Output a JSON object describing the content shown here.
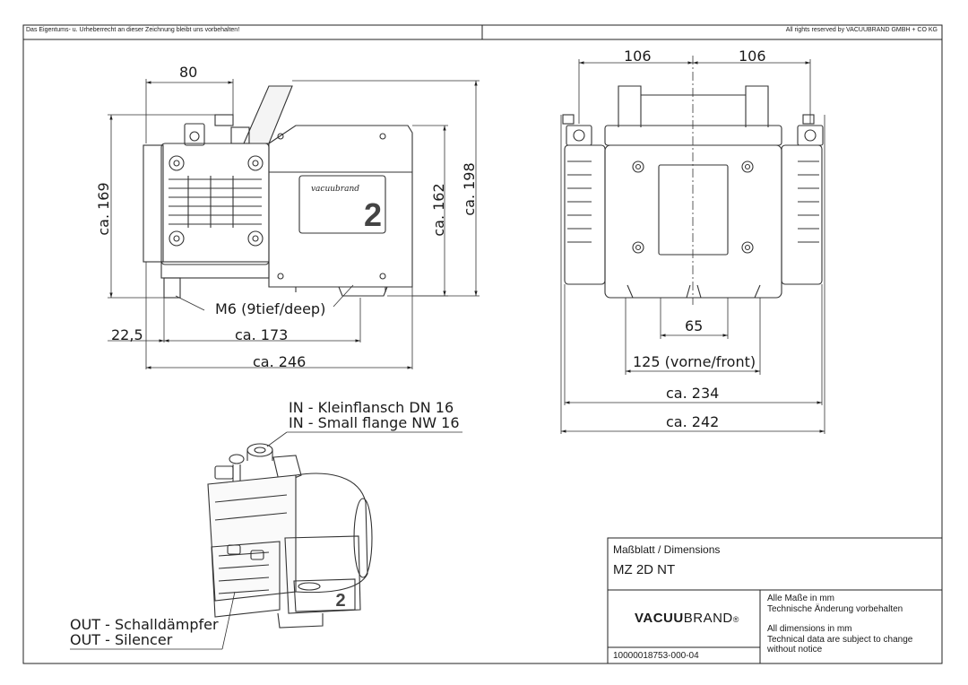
{
  "header": {
    "left_notice": "Das Eigentums- u. Urheberrecht an dieser Zeichnung bleibt uns vorbehalten!",
    "right_notice": "All rights reserved by VACUUBRAND GMBH + CO KG"
  },
  "side_view": {
    "dim_top": "80",
    "dim_left_height": "ca. 169",
    "dim_inner_height": "ca. 162",
    "dim_outer_height": "ca. 198",
    "thread_note": "M6 (9tief/deep)",
    "dim_offset": "22,5",
    "dim_mount": "ca. 173",
    "dim_length": "ca. 246",
    "brand_plate": "vacuubrand",
    "model_digit": "2"
  },
  "front_view": {
    "dim_half_left": "106",
    "dim_half_right": "106",
    "dim_feet": "65",
    "dim_feet_outer": "125 (vorne/front)",
    "dim_width_inner": "ca. 234",
    "dim_width_outer": "ca. 242"
  },
  "iso_view": {
    "inlet_de": "IN - Kleinflansch DN 16",
    "inlet_en": "IN - Small flange NW 16",
    "outlet_de": "OUT - Schalldämpfer",
    "outlet_en": "OUT - Silencer",
    "model_digit": "2"
  },
  "title_block": {
    "sheet_title": "Maßblatt / Dimensions",
    "model": "MZ 2D NT",
    "logo_bold": "VACUU",
    "logo_light": "BRAND",
    "logo_mark": "®",
    "note_de_1": "Alle Maße in mm",
    "note_de_2": "Technische Änderung vorbehalten",
    "note_en_1": "All dimensions in mm",
    "note_en_2": "Technical data are subject to change",
    "note_en_3": "without notice",
    "doc_number": "10000018753-000-04"
  }
}
